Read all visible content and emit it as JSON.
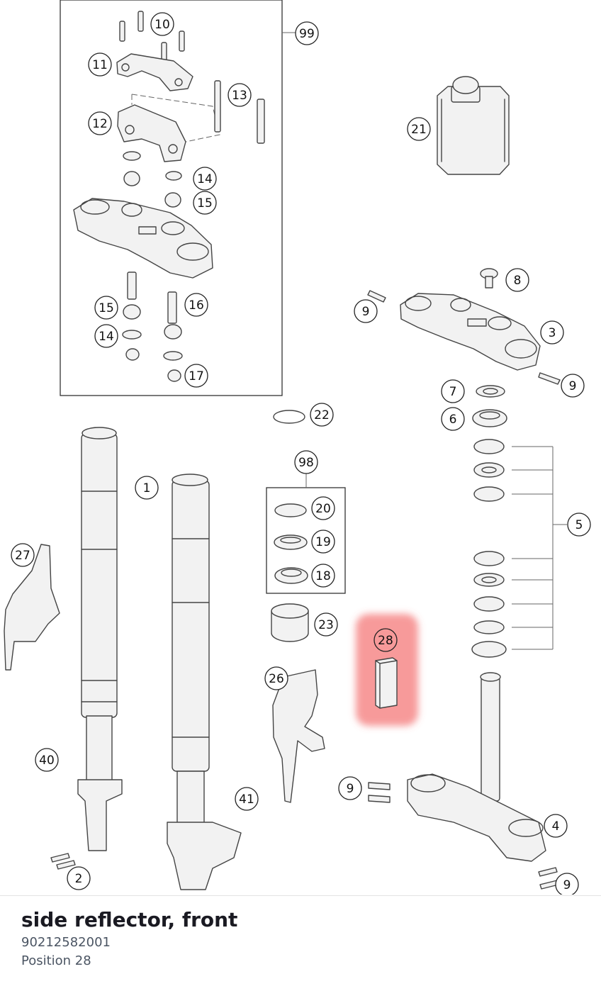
{
  "diagram": {
    "callouts": [
      {
        "id": "c10",
        "label": "10"
      },
      {
        "id": "c11",
        "label": "11"
      },
      {
        "id": "c12",
        "label": "12"
      },
      {
        "id": "c13",
        "label": "13"
      },
      {
        "id": "c14a",
        "label": "14"
      },
      {
        "id": "c15a",
        "label": "15"
      },
      {
        "id": "c15b",
        "label": "15"
      },
      {
        "id": "c16",
        "label": "16"
      },
      {
        "id": "c14b",
        "label": "14"
      },
      {
        "id": "c17",
        "label": "17"
      },
      {
        "id": "c99",
        "label": "99"
      },
      {
        "id": "c21",
        "label": "21"
      },
      {
        "id": "c8",
        "label": "8"
      },
      {
        "id": "c9a",
        "label": "9"
      },
      {
        "id": "c3",
        "label": "3"
      },
      {
        "id": "c9b",
        "label": "9"
      },
      {
        "id": "c7",
        "label": "7"
      },
      {
        "id": "c6",
        "label": "6"
      },
      {
        "id": "c22",
        "label": "22"
      },
      {
        "id": "c98",
        "label": "98"
      },
      {
        "id": "c1",
        "label": "1"
      },
      {
        "id": "c20",
        "label": "20"
      },
      {
        "id": "c19",
        "label": "19"
      },
      {
        "id": "c18",
        "label": "18"
      },
      {
        "id": "c5",
        "label": "5"
      },
      {
        "id": "c27",
        "label": "27"
      },
      {
        "id": "c23",
        "label": "23"
      },
      {
        "id": "c28",
        "label": "28"
      },
      {
        "id": "c26",
        "label": "26"
      },
      {
        "id": "c40",
        "label": "40"
      },
      {
        "id": "c41",
        "label": "41"
      },
      {
        "id": "c9c",
        "label": "9"
      },
      {
        "id": "c4",
        "label": "4"
      },
      {
        "id": "c2",
        "label": "2"
      },
      {
        "id": "c9d",
        "label": "9"
      }
    ],
    "highlight_color": "#f05a5a"
  },
  "part": {
    "name": "side reflector, front",
    "number": "90212582001",
    "position": "Position 28"
  }
}
